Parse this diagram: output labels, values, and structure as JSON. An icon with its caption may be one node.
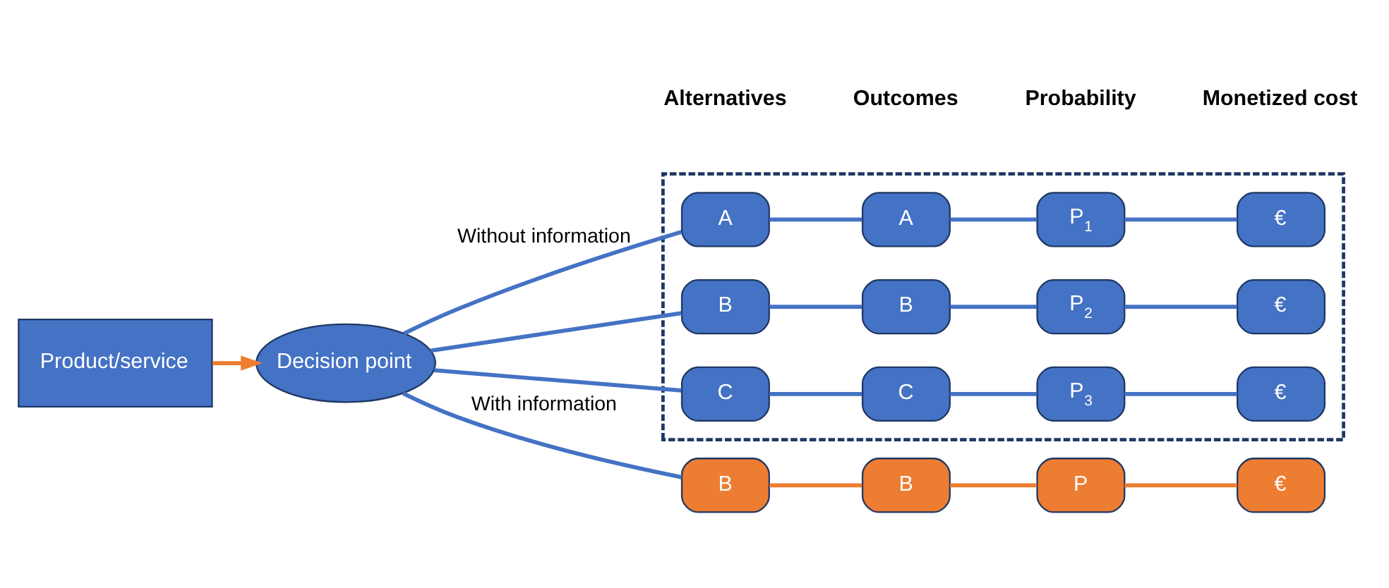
{
  "diagram": {
    "nodes": [
      {
        "text": [
          "Product/service"
        ]
      },
      {
        "text": [
          "Decision point"
        ]
      },
      {
        "text": [],
        "shape": "box"
      },
      {
        "text": [
          "A"
        ],
        "in": 2
      },
      {
        "text": [
          "A"
        ],
        "in": 2
      },
      {
        "text": [
          "P$_{1}$"
        ],
        "in": 2
      },
      {
        "text": [
          "€"
        ],
        "in": 2
      },
      {
        "text": [
          "B"
        ],
        "in": 2
      },
      {
        "text": [
          "B"
        ],
        "in": 2
      },
      {
        "text": [
          "P$_{2}$"
        ],
        "in": 2
      },
      {
        "text": [
          "€"
        ],
        "in": 2
      },
      {
        "text": [
          "C"
        ],
        "in": 2
      },
      {
        "text": [
          "C"
        ],
        "in": 2
      },
      {
        "text": [
          "P$_{3}$"
        ],
        "in": 2
      },
      {
        "text": [
          "€"
        ],
        "in": 2
      },
      {
        "text": [
          "B"
        ]
      },
      {
        "text": [
          "B"
        ]
      },
      {
        "text": [
          "P"
        ]
      },
      {
        "text": [
          "€"
        ]
      }
    ],
    "edges": [
      {
        "from": 0,
        "to": 1,
        "arrow": "to",
        "color": "#ed7d31"
      },
      {
        "from": 1,
        "to": 3,
        "arrow": "none",
        "label": "Without information"
      },
      {
        "from": 1,
        "to": 7,
        "arrow": "none"
      },
      {
        "from": 1,
        "to": 11,
        "arrow": "none"
      },
      {
        "from": 1,
        "to": 15,
        "arrow": "none",
        "label": "With information"
      },
      {
        "from": 3,
        "to": 4,
        "arrow": "none"
      },
      {
        "from": 4,
        "to": 5,
        "arrow": "none"
      },
      {
        "from": 5,
        "to": 6,
        "arrow": "none"
      },
      {
        "from": 7,
        "to": 8,
        "arrow": "none"
      },
      {
        "from": 8,
        "to": 9,
        "arrow": "none"
      },
      {
        "from": 9,
        "to": 10,
        "arrow": "none"
      },
      {
        "from": 11,
        "to": 12,
        "arrow": "none"
      },
      {
        "from": 12,
        "to": 13,
        "arrow": "none"
      },
      {
        "from": 13,
        "to": 14,
        "arrow": "none"
      },
      {
        "from": 15,
        "to": 16,
        "arrow": "none",
        "color": "#ed7d31"
      },
      {
        "from": 16,
        "to": 17,
        "arrow": "none",
        "color": "#ed7d31"
      },
      {
        "from": 17,
        "to": 18,
        "arrow": "none",
        "color": "#ed7d31"
      }
    ],
    "labels": [
      "Alternatives",
      "Outcomes",
      "Probability",
      "Monetized cost"
    ]
  }
}
